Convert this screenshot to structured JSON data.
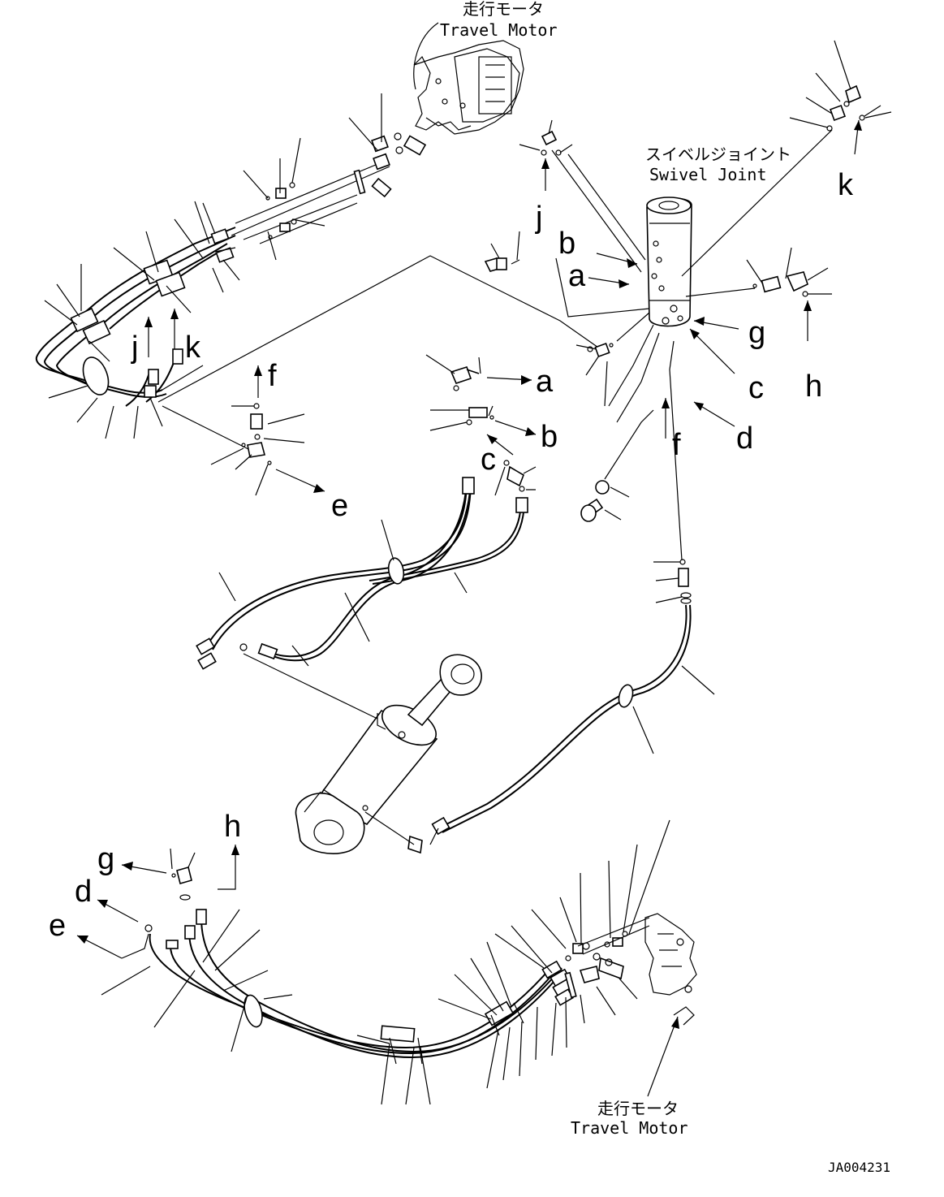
{
  "components": {
    "travel_motor_top": {
      "jp": "走行モータ",
      "en": "Travel Motor"
    },
    "swivel_joint": {
      "jp": "スイベルジョイント",
      "en": "Swivel Joint"
    },
    "travel_motor_bottom": {
      "jp": "走行モータ",
      "en": "Travel Motor"
    }
  },
  "callouts": [
    "a",
    "b",
    "c",
    "d",
    "e",
    "f",
    "g",
    "h",
    "j",
    "k"
  ],
  "drawing_number": "JA004231"
}
